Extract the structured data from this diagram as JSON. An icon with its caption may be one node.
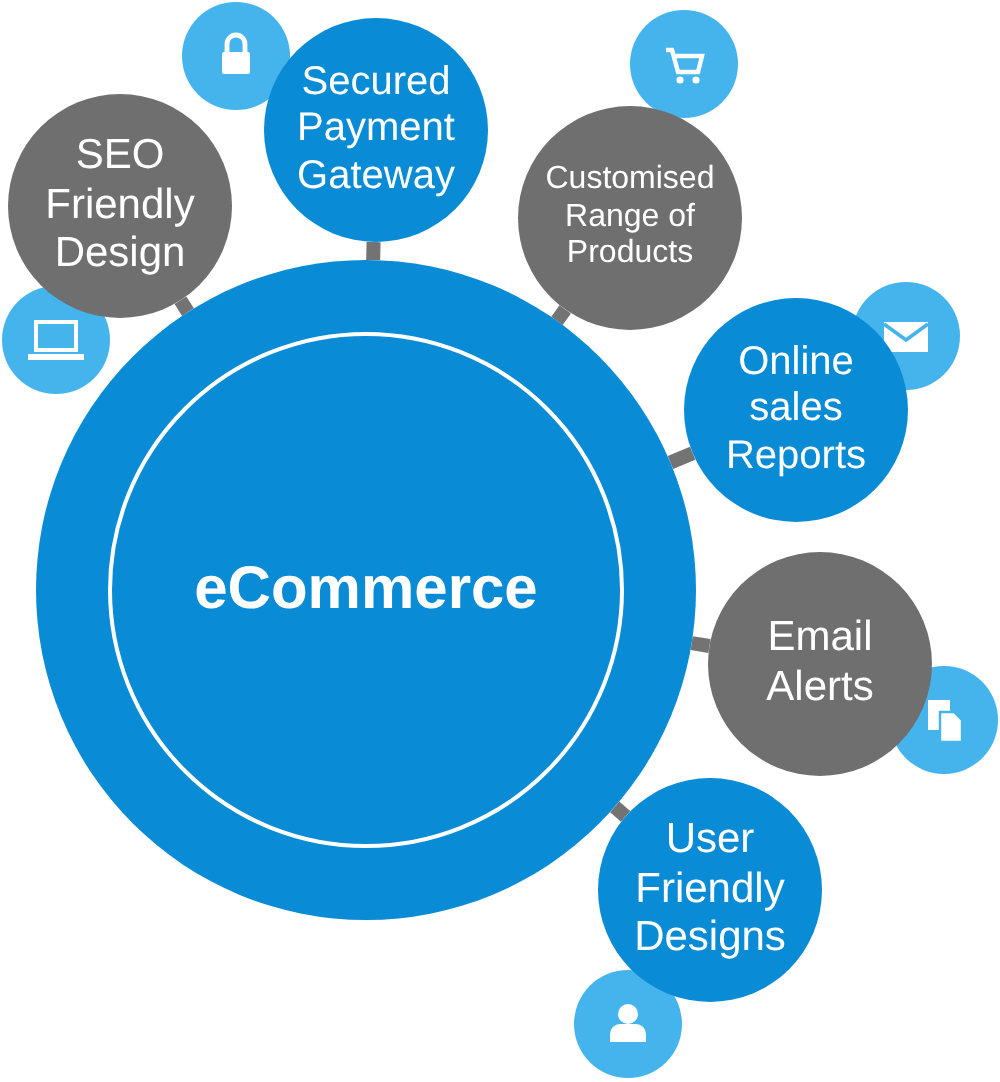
{
  "diagram": {
    "nodes": [
      {
        "text": [
          "eCommerce"
        ]
      },
      {
        "text": [
          "SEO Friendly Design"
        ]
      },
      {
        "text": [
          "Secured Payment Gateway"
        ]
      },
      {
        "text": [
          "Customised Range of Products"
        ]
      },
      {
        "text": [
          "Online sales Reports"
        ]
      },
      {
        "text": [
          "Email Alerts"
        ]
      },
      {
        "text": [
          "User Friendly Designs"
        ]
      }
    ],
    "edges": [
      {
        "from": 0,
        "to": 1,
        "arrow": "none"
      },
      {
        "from": 0,
        "to": 2,
        "arrow": "none"
      },
      {
        "from": 0,
        "to": 3,
        "arrow": "none"
      },
      {
        "from": 0,
        "to": 4,
        "arrow": "none"
      },
      {
        "from": 0,
        "to": 5,
        "arrow": "none"
      },
      {
        "from": 0,
        "to": 6,
        "arrow": "none"
      }
    ]
  }
}
